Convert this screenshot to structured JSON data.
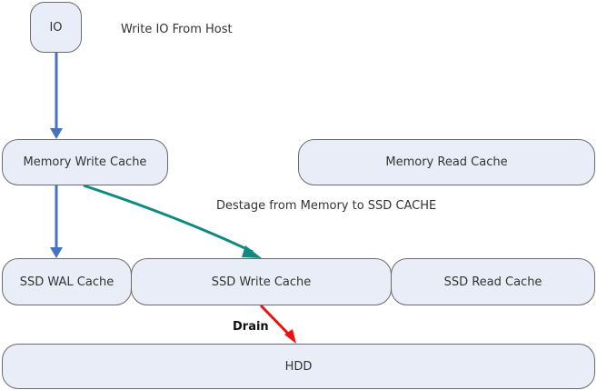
{
  "nodes": {
    "io": "IO",
    "memory_write_cache": "Memory Write Cache",
    "memory_read_cache": "Memory Read Cache",
    "ssd_wal_cache": "SSD WAL Cache",
    "ssd_write_cache": "SSD Write Cache",
    "ssd_read_cache": "SSD Read Cache",
    "hdd": "HDD"
  },
  "labels": {
    "write_io": "Write IO From Host",
    "destage": "Destage from Memory to SSD CACHE",
    "drain": "Drain"
  },
  "colors": {
    "box_fill": "#e8edf7",
    "box_border": "#6b6b6b",
    "write_arrow": "#4472c4",
    "destage_arrow": "#0e8a80",
    "drain_arrow": "#ee1111"
  }
}
